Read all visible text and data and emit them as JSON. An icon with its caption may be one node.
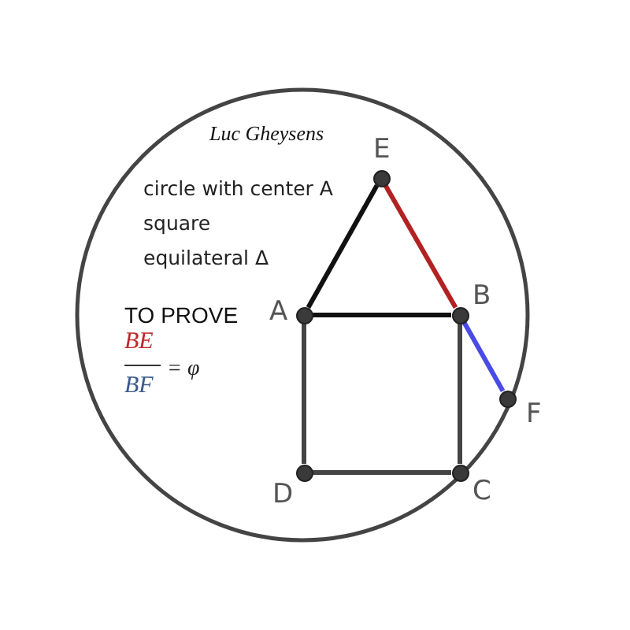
{
  "diagram": {
    "nodes": [
      {
        "text": [],
        "shape": "circle",
        "beside": [
          "A"
        ]
      },
      {
        "text": [],
        "shape": "circle",
        "beside": [
          "B"
        ]
      },
      {
        "text": [],
        "shape": "circle",
        "beside": [
          "C"
        ]
      },
      {
        "text": [],
        "shape": "circle",
        "beside": [
          "D"
        ]
      },
      {
        "text": [],
        "shape": "circle",
        "beside": [
          "E"
        ]
      },
      {
        "text": [],
        "shape": "circle",
        "beside": [
          "F"
        ]
      }
    ],
    "edges": [
      {
        "from": 0,
        "to": 4,
        "arrow": "none",
        "color": "#111111"
      },
      {
        "from": 4,
        "to": 1,
        "arrow": "none",
        "color": "#b22222"
      },
      {
        "from": 0,
        "to": 1,
        "arrow": "none",
        "color": "#111111"
      },
      {
        "from": 1,
        "to": 5,
        "arrow": "none",
        "color": "#4a4ae6"
      },
      {
        "from": 0,
        "to": 3,
        "arrow": "none"
      },
      {
        "from": 3,
        "to": 2,
        "arrow": "none"
      },
      {
        "from": 2,
        "to": 1,
        "arrow": "none"
      }
    ],
    "labels": [
      "Luc Gheysens",
      "circle with center A",
      "square",
      "equilateral Δ",
      "TO PROVE",
      "BE",
      "= φ",
      "BF"
    ]
  }
}
